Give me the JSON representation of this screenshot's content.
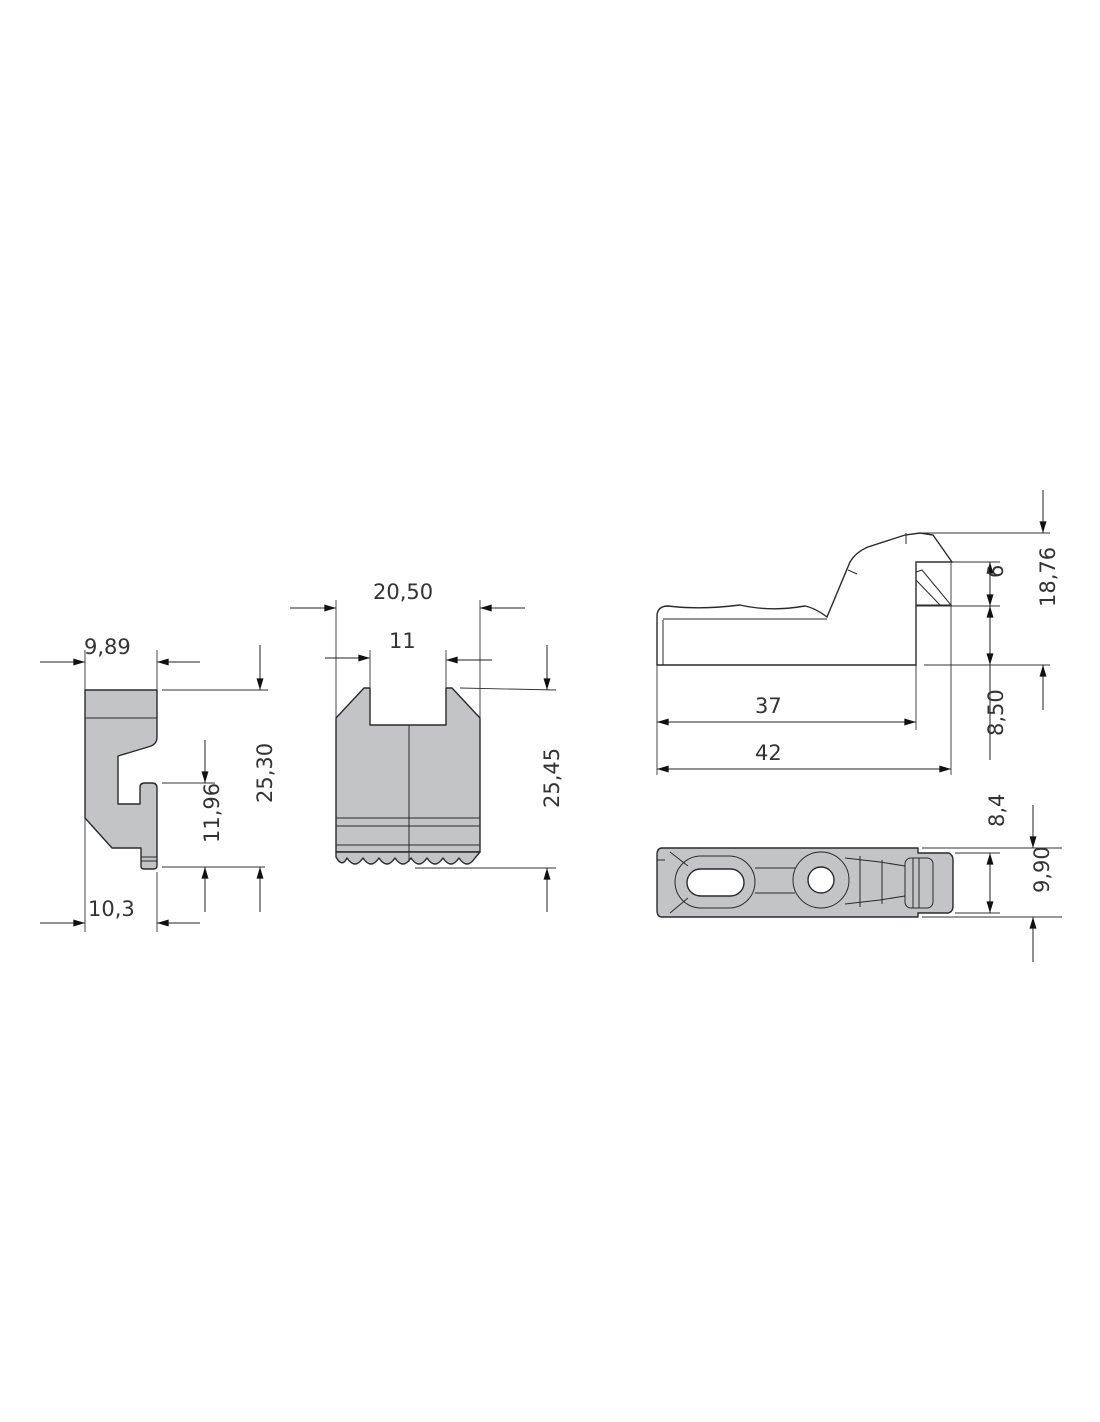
{
  "views": {
    "side_view": {
      "width_top": "9,89",
      "width_bottom": "10,3",
      "hook_height": "11,96",
      "total_height": "25,30"
    },
    "front_view": {
      "total_width": "20,50",
      "slot_width": "11",
      "total_height": "25,45"
    },
    "profile_view": {
      "length_inner": "37",
      "length_total": "42",
      "tip_height": "6",
      "total_height": "18,76",
      "offset": "8,50"
    },
    "top_view": {
      "upper": "8,4",
      "width": "9,90"
    }
  },
  "colors": {
    "part_fill": "#c3c4c6",
    "line": "#2a2a2a",
    "background": "#ffffff"
  }
}
